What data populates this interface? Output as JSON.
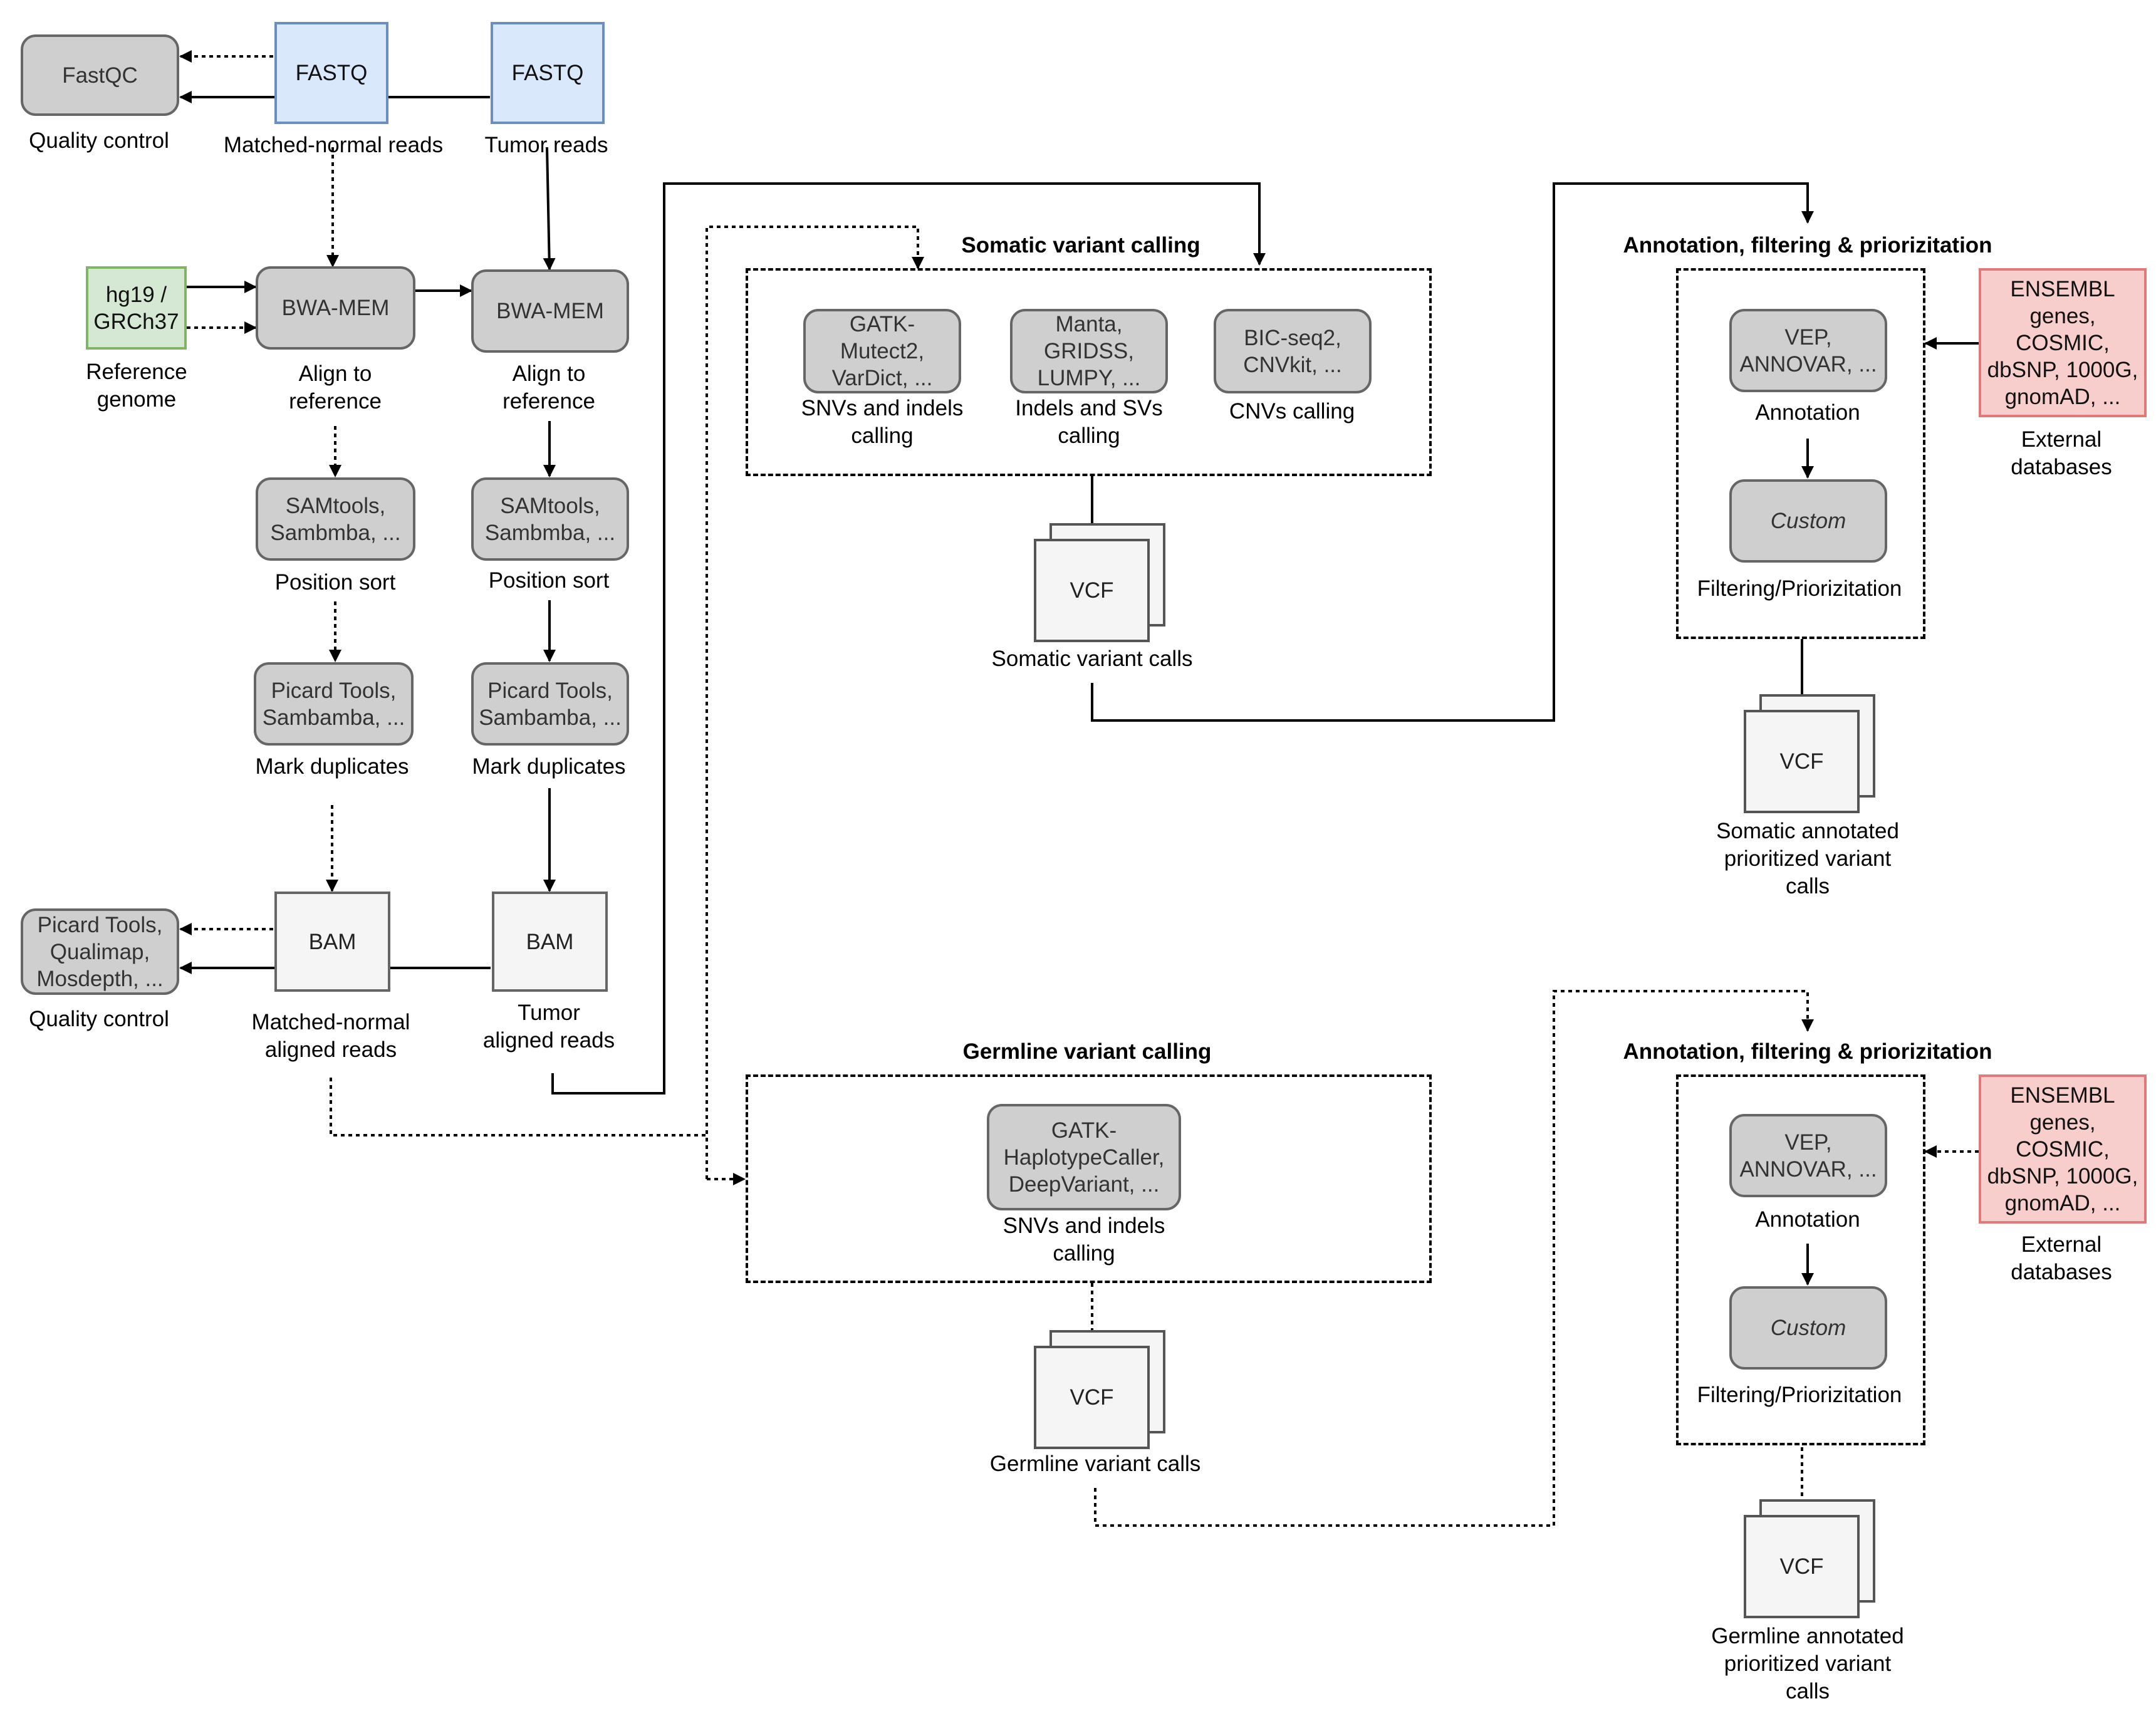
{
  "nodes": {
    "fastqc": "FastQC",
    "fastq_normal": "FASTQ",
    "fastq_tumor": "FASTQ",
    "reference": "hg19 /\nGRCh37",
    "bwa_normal": "BWA-MEM",
    "bwa_tumor": "BWA-MEM",
    "sort_normal": "SAMtools,\nSambmba, ...",
    "sort_tumor": "SAMtools,\nSambmba, ...",
    "dup_normal": "Picard Tools,\nSambamba, ...",
    "dup_tumor": "Picard Tools,\nSambamba, ...",
    "bam_qc": "Picard Tools,\nQualimap,\nMosdepth, ...",
    "bam_normal": "BAM",
    "bam_tumor": "BAM",
    "somatic_snv": "GATK-\nMutect2,\nVarDict, ...",
    "somatic_sv": "Manta,\nGRIDSS,\nLUMPY, ...",
    "somatic_cnv": "BIC-seq2,\nCNVkit, ...",
    "somatic_vcf": "VCF",
    "germline_snv": "GATK-\nHaplotypeCaller,\nDeepVariant, ...",
    "germline_vcf": "VCF",
    "som_annot_tool": "VEP,\nANNOVAR, ...",
    "som_filter_tool": "Custom",
    "som_db": "ENSEMBL\ngenes,\nCOSMIC,\ndbSNP, 1000G,\ngnomAD, ...",
    "som_final_vcf": "VCF",
    "ger_annot_tool": "VEP,\nANNOVAR, ...",
    "ger_filter_tool": "Custom",
    "ger_db": "ENSEMBL\ngenes,\nCOSMIC,\ndbSNP, 1000G,\ngnomAD, ...",
    "ger_final_vcf": "VCF"
  },
  "labels": {
    "qc_top": "Quality control",
    "normal_reads": "Matched-normal reads",
    "tumor_reads": "Tumor reads",
    "reference_genome": "Reference\ngenome",
    "align_normal": "Align to\nreference",
    "align_tumor": "Align to\nreference",
    "sort_normal": "Position sort",
    "sort_tumor": "Position sort",
    "dup_normal": "Mark duplicates",
    "dup_tumor": "Mark duplicates",
    "qc_bottom": "Quality control",
    "normal_aligned": "Matched-normal\naligned reads",
    "tumor_aligned": "Tumor\naligned reads",
    "somatic_snv": "SNVs and indels\ncalling",
    "somatic_sv": "Indels and SVs\ncalling",
    "somatic_cnv": "CNVs calling",
    "somatic_calls": "Somatic variant calls",
    "germline_snv": "SNVs and indels\ncalling",
    "germline_calls": "Germline variant calls",
    "som_annotation": "Annotation",
    "som_filtering": "Filtering/Priorizitation",
    "som_external": "External\ndatabases",
    "som_final": "Somatic annotated\nprioritized variant\ncalls",
    "ger_annotation": "Annotation",
    "ger_filtering": "Filtering/Priorizitation",
    "ger_external": "External\ndatabases",
    "ger_final": "Germline annotated\nprioritized variant\ncalls"
  },
  "groups": {
    "somatic": "Somatic variant calling",
    "germline": "Germline variant calling",
    "som_annot": "Annotation, filtering & priorizitation",
    "ger_annot": "Annotation, filtering & priorizitation"
  },
  "colors": {
    "tool_fill": "#cfcfcf",
    "fastq_fill": "#dae8fc",
    "reference_fill": "#d5e8d4",
    "database_fill": "#f8cecc",
    "file_fill": "#f5f5f5"
  }
}
